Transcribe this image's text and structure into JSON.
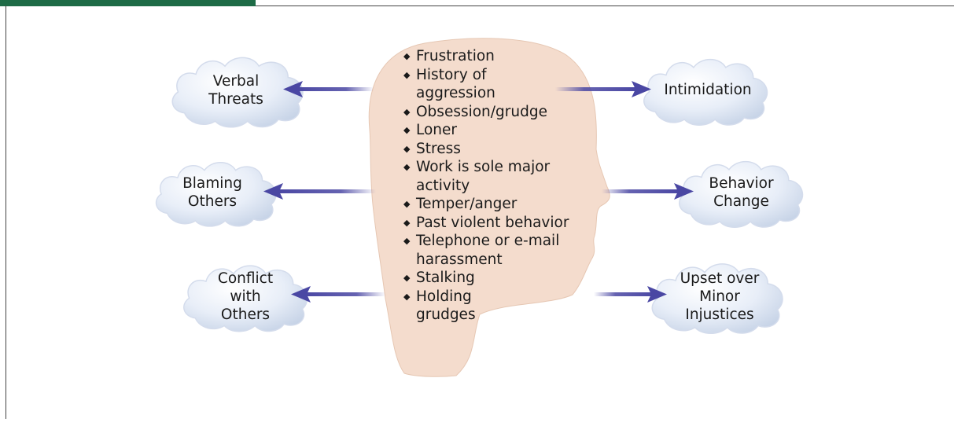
{
  "diagram": {
    "traits": [
      "Frustration",
      "History of aggression",
      "Obsession/grudge",
      "Loner",
      "Stress",
      "Work is sole major activity",
      "Temper/anger",
      "Past violent behavior",
      "Telephone or e-mail harassment",
      "Stalking",
      "Holding grudges"
    ],
    "left_signs": [
      {
        "lines": [
          "Verbal",
          "Threats"
        ]
      },
      {
        "lines": [
          "Blaming",
          "Others"
        ]
      },
      {
        "lines": [
          "Conflict",
          "with",
          "Others"
        ]
      }
    ],
    "right_signs": [
      {
        "lines": [
          "Intimidation"
        ]
      },
      {
        "lines": [
          "Behavior",
          "Change"
        ]
      },
      {
        "lines": [
          "Upset over",
          "Minor",
          "Injustices"
        ]
      }
    ],
    "colors": {
      "head_fill": "#f4dccd",
      "cloud_fill": "#e8eef8",
      "cloud_edge": "#c5d2e6",
      "arrow": "#4a47a3",
      "header_bar": "#1e6b46"
    }
  }
}
